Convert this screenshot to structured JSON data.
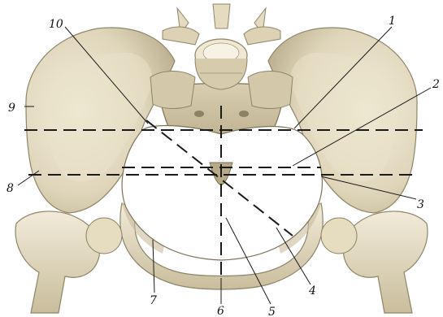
{
  "labels": {
    "l1": "1",
    "l2": "2",
    "l3": "3",
    "l4": "4",
    "l5": "5",
    "l6": "6",
    "l7": "7",
    "l8": "8",
    "l9": "9",
    "l10": "10"
  },
  "colors": {
    "bone_light": "#efe9d6",
    "bone_mid": "#d8cdb0",
    "bone_shadow": "#a99d7e",
    "line": "#1a1a1a",
    "background": "#ffffff"
  }
}
